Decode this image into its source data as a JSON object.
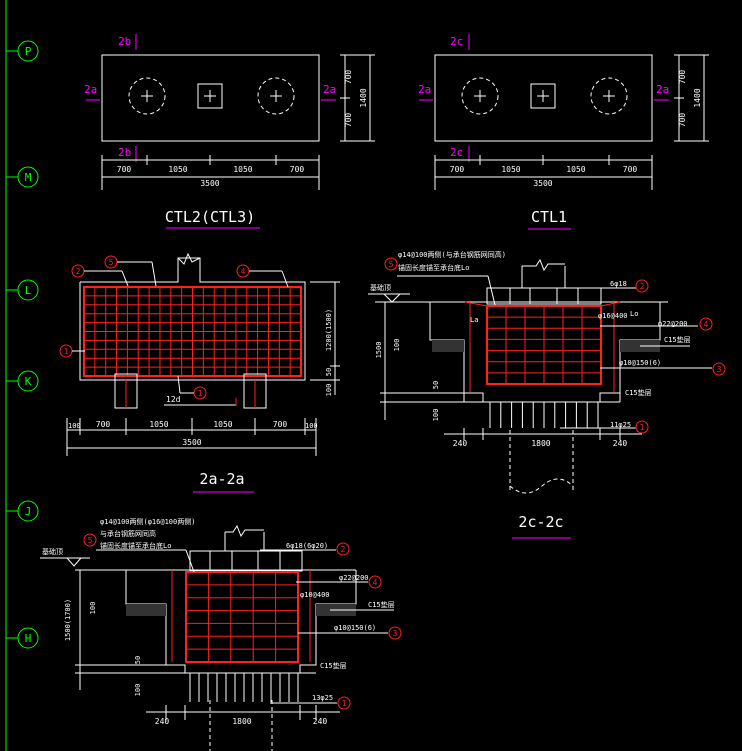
{
  "grid_axes": [
    "P",
    "M",
    "L",
    "K",
    "J",
    "H"
  ],
  "ctl2": {
    "title": "CTL2(CTL3)",
    "section_top": "2b",
    "section_bottom": "2b",
    "section_left": "2a",
    "section_right": "2a",
    "dims_bottom": [
      "700",
      "1050",
      "1050",
      "700"
    ],
    "dim_total": "3500",
    "dims_right": [
      "700",
      "700"
    ],
    "dim_right_total": "1400"
  },
  "ctl1": {
    "title": "CTL1",
    "section_top": "2c",
    "section_bottom": "2c",
    "section_left": "2a",
    "section_right": "2a",
    "dims_bottom": [
      "700",
      "1050",
      "1050",
      "700"
    ],
    "dim_total": "3500",
    "dims_right": [
      "700",
      "700"
    ],
    "dim_right_total": "1400"
  },
  "sec_2a": {
    "title": "2a-2a",
    "callouts": [
      "2",
      "5",
      "4",
      "1",
      "1"
    ],
    "dim_height": "1200(1500)",
    "dim_50": "50",
    "dim_100": "100",
    "label_12d": "12d",
    "dims_bottom": [
      "100",
      "700",
      "1050",
      "1050",
      "700",
      "100"
    ],
    "dim_total": "3500"
  },
  "sec_2c": {
    "title": "2c-2c",
    "note": "φ14@100两侧(与承台钢筋网同高)",
    "note2": "锚固长度锚至承台底Lo",
    "ground": "基础顶",
    "callouts": [
      "5",
      "2",
      "4",
      "3",
      "1"
    ],
    "r2": "6φ18",
    "r4": "φ22@200",
    "r_stirrup": "φ16@400",
    "r3": "φ10@150(6)",
    "r1": "11φ25",
    "concrete": "C15垫层",
    "lo": "La",
    "lo2": "Lo",
    "dim_1500": "1500",
    "dim_100a": "100",
    "dim_50": "50",
    "dim_100b": "100",
    "dims_bottom": [
      "240",
      "1800",
      "240"
    ]
  },
  "sec_2b": {
    "note": "φ14@100两侧(φ16@100两侧)",
    "note2": "与承台钢筋网同高",
    "note3": "锚固长度锚至承台底Lo",
    "ground": "基础顶",
    "callouts": [
      "5",
      "2",
      "4",
      "3",
      "1"
    ],
    "r2": "6φ18(6φ20)",
    "r4": "φ22@200",
    "r_stirrup": "φ10@400",
    "r3": "φ10@150(6)",
    "r1": "13φ25",
    "concrete": "C15垫层",
    "dim_1500": "1500(1700)",
    "dim_100a": "100",
    "dim_50": "50",
    "dim_100b": "100",
    "dims_bottom": [
      "240",
      "1800",
      "240"
    ]
  }
}
